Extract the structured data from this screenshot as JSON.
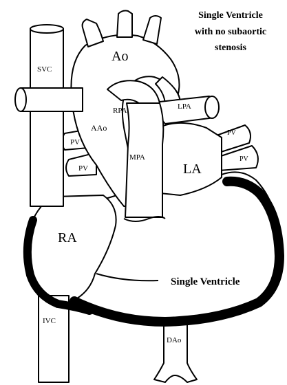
{
  "title": {
    "line1": "Single Ventricle",
    "line2": "with no subaortic",
    "line3": "stenosis"
  },
  "labels": {
    "ao": "Ao",
    "svc": "SVC",
    "rpa": "RPA",
    "lpa": "LPA",
    "aao": "AAo",
    "pv_right_upper": "PV",
    "pv_right_lower": "PV",
    "pv_left_upper": "PV",
    "pv_left_lower": "PV",
    "mpa": "MPA",
    "la": "LA",
    "ra": "RA",
    "single_ventricle": "Single Ventricle",
    "ivc": "IVC",
    "dao": "DAo"
  }
}
